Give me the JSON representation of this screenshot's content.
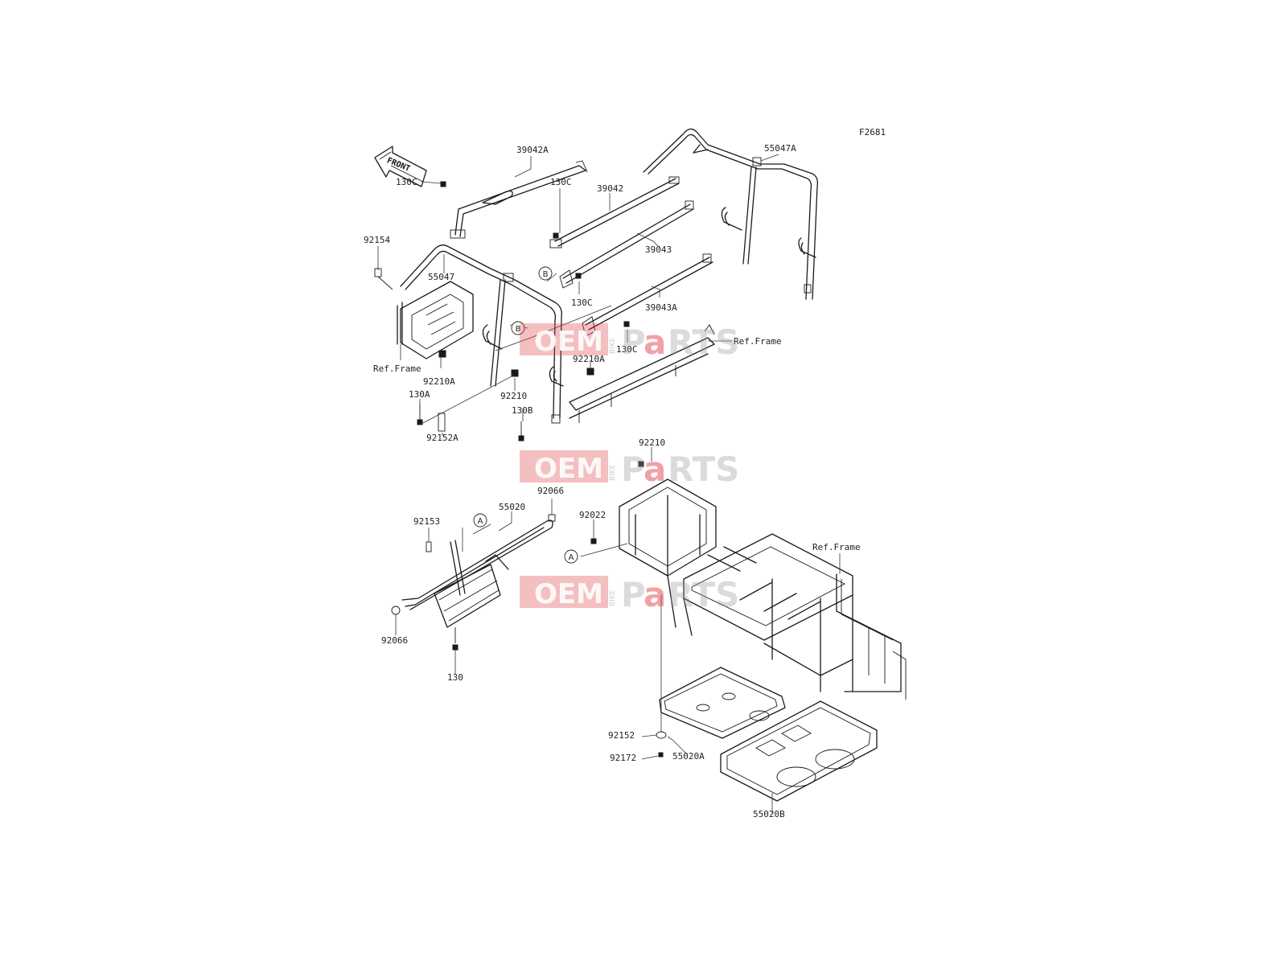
{
  "figure_code": "F2681",
  "front_arrow": "FRONT",
  "watermark": {
    "left": "OEM",
    "middle": "BIKE",
    "right_a": "P",
    "right_b": "a",
    "right_c": "RTS"
  },
  "callouts": {
    "a": "A",
    "b": "B"
  },
  "labels": {
    "p39042A": "39042A",
    "p130C_1": "130C",
    "p92154": "92154",
    "p55047": "55047",
    "p39042": "39042",
    "p130C_2": "130C",
    "p39043": "39043",
    "p130C_3": "130C",
    "p39043A": "39043A",
    "p55047A": "55047A",
    "p130C_4": "130C",
    "p92210A_1": "92210A",
    "p92210A_2": "92210A",
    "refFrame_1": "Ref.Frame",
    "refFrame_2": "Ref.Frame",
    "p130A": "130A",
    "p92210_1": "92210",
    "p130B": "130B",
    "p92152A": "92152A",
    "p92210_2": "92210",
    "p92066_1": "92066",
    "p55020": "55020",
    "p92153": "92153",
    "p92022": "92022",
    "refFrame_3": "Ref.Frame",
    "p92066_2": "92066",
    "p130": "130",
    "p92152": "92152",
    "p55020A": "55020A",
    "p92172": "92172",
    "p55020B": "55020B"
  }
}
